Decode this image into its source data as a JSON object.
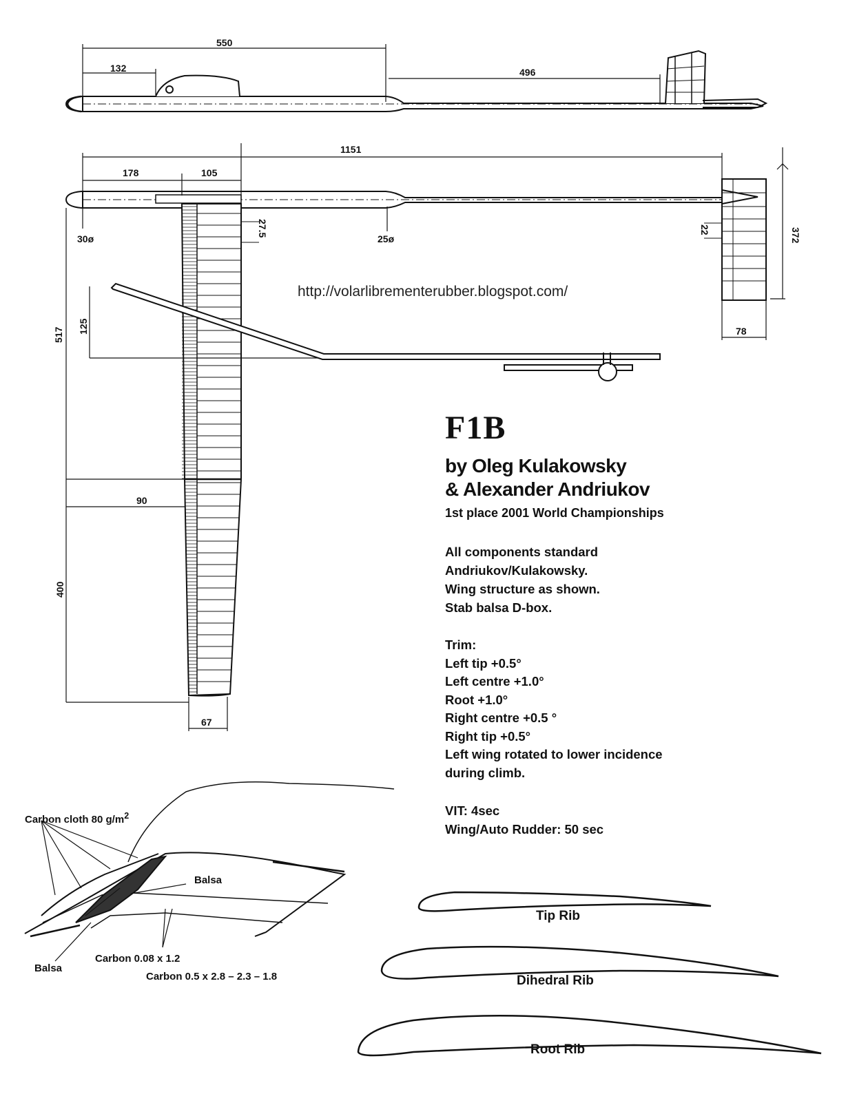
{
  "watermark_url": "http://volarlibrementerubber.blogspot.com/",
  "title": "F1B",
  "authors": [
    "by Oleg Kulakowsky",
    "& Alexander Andriukov"
  ],
  "award": "1st place 2001 World Championships",
  "notes": [
    "All components standard",
    "Andriukov/Kulakowsky.",
    "Wing structure as shown.",
    "Stab balsa D-box."
  ],
  "trim": {
    "heading": "Trim:",
    "items": [
      "Left tip +0.5°",
      "Left centre +1.0°",
      "Root +1.0°",
      "Right centre +0.5 °",
      "Right tip +0.5°",
      "Left wing rotated to lower incidence",
      "during climb."
    ]
  },
  "timing": [
    "VIT: 4sec",
    "Wing/Auto Rudder: 50 sec"
  ],
  "dimensions": {
    "fuselage_front_length": "550",
    "pylon_offset": "132",
    "tail_boom_length": "496",
    "overall_length": "1151",
    "nose_to_wing": "178",
    "wing_root_chord": "105",
    "nose_diameter": "30ø",
    "boom_diameter": "25ø",
    "spar_spacing": "27.5",
    "stab_spacing": "22",
    "stab_span": "372",
    "stab_chord": "78",
    "dihedral_rise": "125",
    "inner_panel_span": "517",
    "tip_panel_chord": "90",
    "tip_panel_span": "400",
    "tip_chord": "67"
  },
  "structure_callouts": {
    "carbon_cloth": "Carbon cloth 80 g/m",
    "carbon_cloth_sup": "2",
    "balsa_top": "Balsa",
    "balsa_left": "Balsa",
    "carbon_thin": "Carbon 0.08 x 1.2",
    "carbon_spar": "Carbon 0.5 x 2.8 – 2.3 – 1.8"
  },
  "ribs": {
    "tip": "Tip Rib",
    "dihedral": "Dihedral Rib",
    "root": "Root Rib"
  }
}
